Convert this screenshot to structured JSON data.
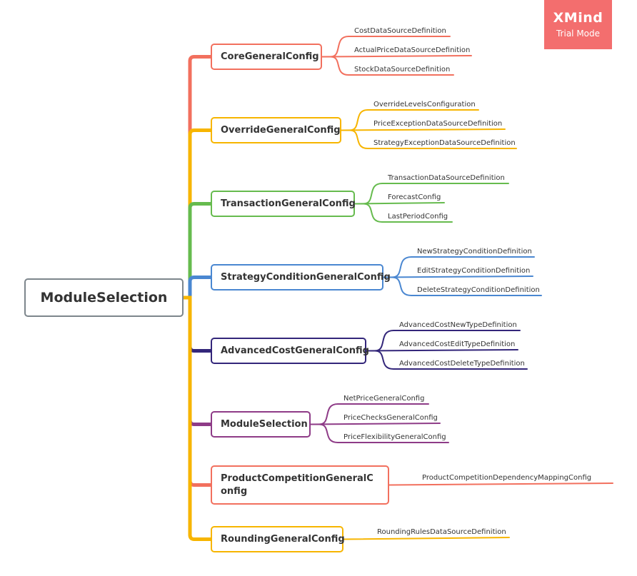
{
  "watermark": {
    "brand": "XMind",
    "mode": "Trial Mode",
    "color": "#f36e6e"
  },
  "root": {
    "label": "ModuleSelection",
    "color": "#7d868c"
  },
  "branches": [
    {
      "label": "CoreGeneralConfig",
      "color": "#f2705e",
      "children": [
        "CostDataSourceDefinition",
        "ActualPriceDataSourceDefinition",
        "StockDataSourceDefinition"
      ]
    },
    {
      "label": "OverrideGeneralConfig",
      "color": "#f7b500",
      "children": [
        "OverrideLevelsConfiguration",
        "PriceExceptionDataSourceDefinition",
        "StrategyExceptionDataSourceDefinition"
      ]
    },
    {
      "label": "TransactionGeneralConfig",
      "color": "#66bb4e",
      "children": [
        "TransactionDataSourceDefinition",
        "ForecastConfig",
        "LastPeriodConfig"
      ]
    },
    {
      "label": "StrategyConditionGeneralConfig",
      "color": "#4a87d1",
      "children": [
        "NewStrategyConditionDefinition",
        "EditStrategyConditionDefinition",
        "DeleteStrategyConditionDefinition"
      ]
    },
    {
      "label": "AdvancedCostGeneralConfig",
      "color": "#33267a",
      "children": [
        "AdvancedCostNewTypeDefinition",
        "AdvancedCostEditTypeDefinition",
        "AdvancedCostDeleteTypeDefinition"
      ]
    },
    {
      "label": "ModuleSelection",
      "color": "#8e3b87",
      "children": [
        "NetPriceGeneralConfig",
        "PriceChecksGeneralConfig",
        "PriceFlexibilityGeneralConfig"
      ]
    },
    {
      "label": "ProductCompetitionGeneralConfig",
      "color": "#f2705e",
      "children": [
        "ProductCompetitionDependencyMappingConfig"
      ]
    },
    {
      "label": "RoundingGeneralConfig",
      "color": "#f7b500",
      "children": [
        "RoundingRulesDataSourceDefinition"
      ]
    }
  ]
}
